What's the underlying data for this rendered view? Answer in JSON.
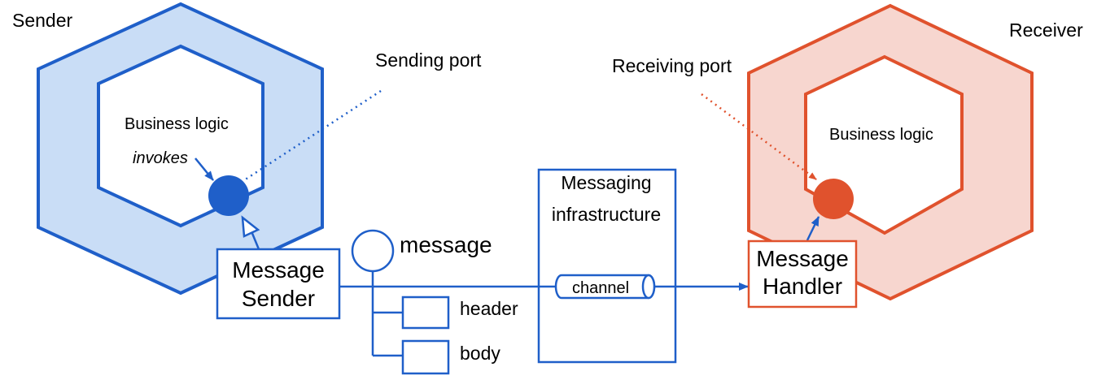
{
  "colors": {
    "sender_stroke": "#1f5fc9",
    "sender_fill": "#c9ddf6",
    "receiver_stroke": "#e0522d",
    "receiver_fill": "#f7d6cf",
    "text": "#000000",
    "background": "#ffffff"
  },
  "sender": {
    "title": "Sender",
    "business_logic": "Business logic",
    "invokes": "invokes",
    "port_label": "Sending port",
    "component": {
      "line1": "Message",
      "line2": "Sender"
    }
  },
  "receiver": {
    "title": "Receiver",
    "business_logic": "Business logic",
    "port_label": "Receiving port",
    "component": {
      "line1": "Message",
      "line2": "Handler"
    }
  },
  "message": {
    "label": "message",
    "parts": [
      "header",
      "body"
    ]
  },
  "infrastructure": {
    "line1": "Messaging",
    "line2": "infrastructure",
    "channel": "channel"
  }
}
